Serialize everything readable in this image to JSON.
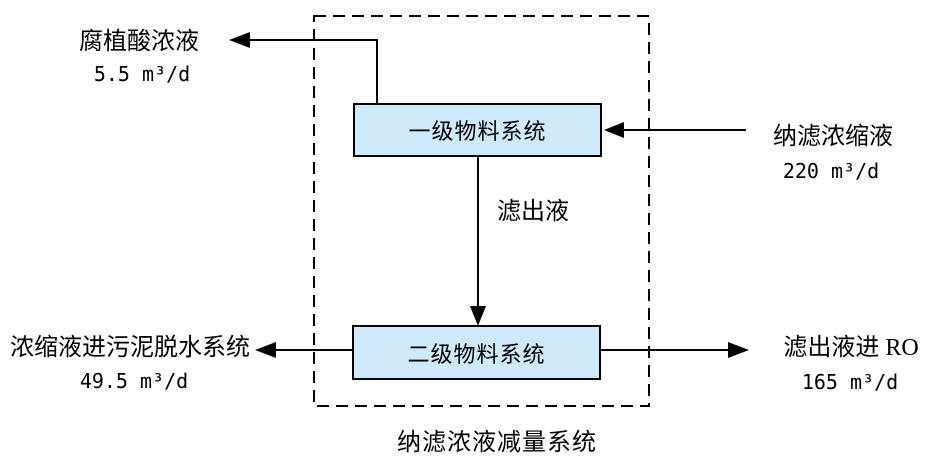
{
  "diagram": {
    "caption": "纳滤浓液减量系统",
    "boxes": {
      "primary_system": "一级物料系统",
      "secondary_system": "二级物料系统"
    },
    "flows": {
      "humic_acid": {
        "name": "腐植酸浓液",
        "value": "5.5 m³/d"
      },
      "nf_concentrate_in": {
        "name": "纳滤浓缩液",
        "value": "220 m³/d"
      },
      "filtrate_internal": {
        "name": "滤出液"
      },
      "sludge_dewatering_out": {
        "name": "浓缩液进污泥脱水系统",
        "value": "49.5 m³/d"
      },
      "ro_out": {
        "name": "滤出液进 RO",
        "value": "165 m³/d"
      }
    },
    "colors": {
      "box_fill": "#cde9fa",
      "box_border": "#000000",
      "line": "#000000",
      "background": "#ffffff"
    }
  }
}
